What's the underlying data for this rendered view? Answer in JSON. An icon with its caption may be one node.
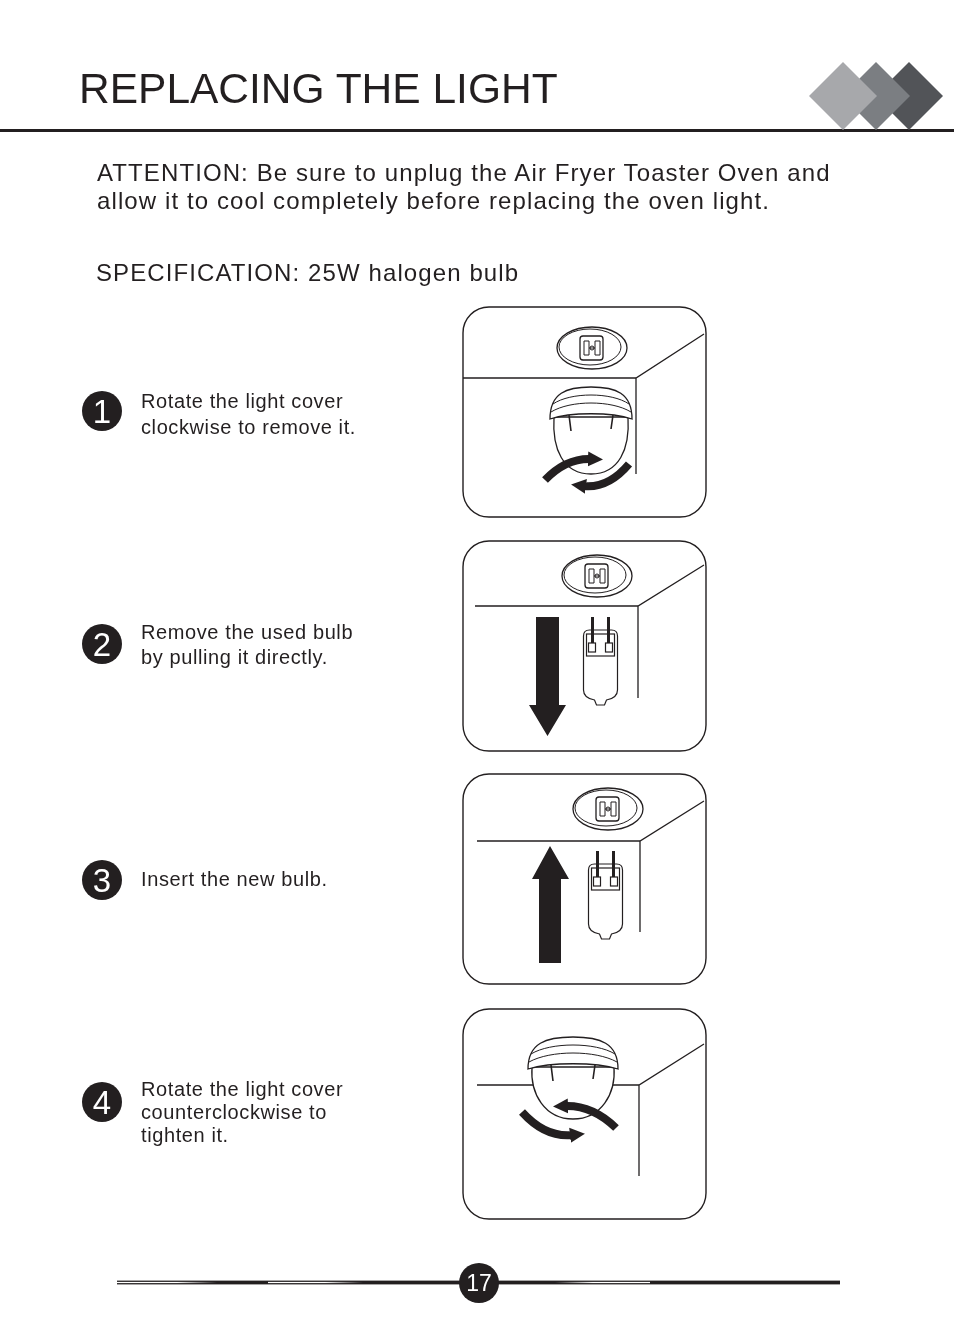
{
  "diagram": {
    "title": "REPLACING THE LIGHT",
    "nodes": [
      {
        "text": [
          "1"
        ],
        "beside": [
          "Rotate the light cover clockwise to remove it."
        ]
      },
      {
        "text": [
          "2"
        ],
        "beside": [
          "Remove the used bulb by pulling it directly."
        ]
      },
      {
        "text": [
          "3"
        ],
        "beside": [
          "Insert the new bulb."
        ]
      },
      {
        "text": [
          "4"
        ],
        "beside": [
          "Rotate the light cover counterclockwise to tighten it."
        ]
      },
      {
        "text": [
          "17"
        ]
      }
    ],
    "labels": [
      "ATTENTION: Be sure to unplug the Air Fryer Toaster Oven and allow it to cool completely before replacing the oven light.",
      "SPECIFICATION: 25W halogen bulb"
    ]
  }
}
